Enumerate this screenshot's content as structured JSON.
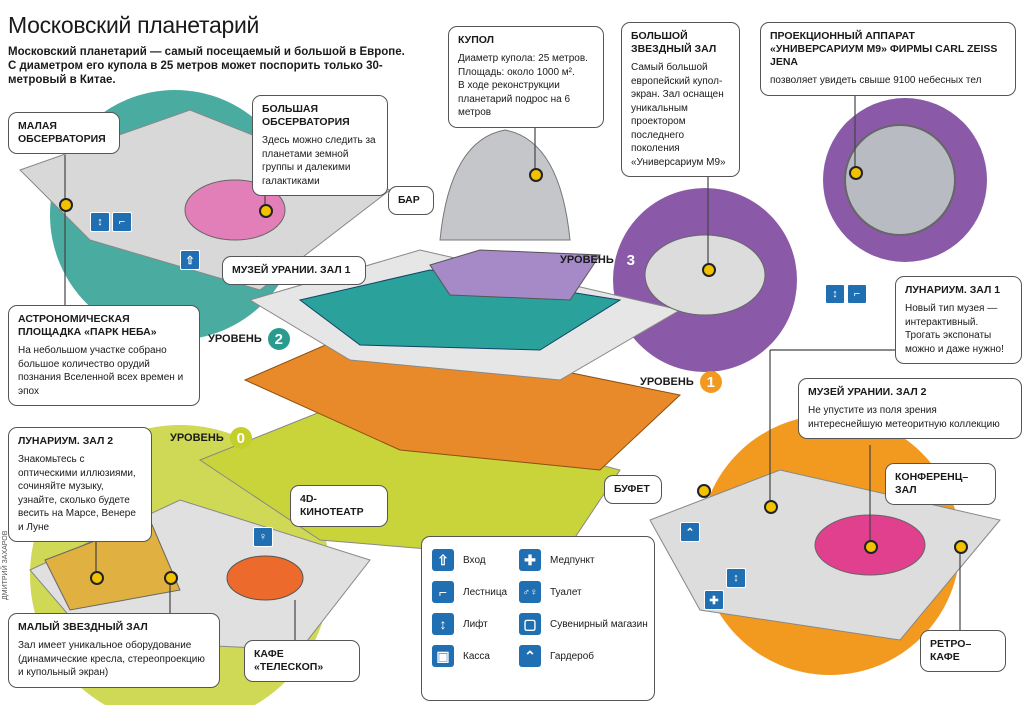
{
  "title": "Московский планетарий",
  "subtitle": "Московский планетарий — самый посещаемый и большой в Европе. С диаметром его купола в 25 метров может поспорить только 30-метровый в Китае.",
  "colors": {
    "teal": "#2a9c8f",
    "purple": "#8a5aa8",
    "orange": "#f29a1f",
    "lime": "#c4cf2a",
    "blue": "#1f6fb2",
    "yellow": "#f2c200"
  },
  "callouts": {
    "small_observatory": {
      "title": "Малая обсерватория"
    },
    "big_observatory": {
      "title": "Большая обсерватория",
      "text": "Здесь можно следить за планетами земной группы и далекими галактиками"
    },
    "bar": {
      "title": "Бар"
    },
    "urania1": {
      "title": "Музей Урании. Зал 1"
    },
    "sky_park": {
      "title": "Астрономическая площадка «Парк неба»",
      "text": "На небольшом участке собрано большое количество орудий познания Вселенной всех времен и эпох"
    },
    "dome": {
      "title": "Купол",
      "text1": "Диаметр купола: 25 метров.",
      "text2": "Площадь: около 1000 м².",
      " text3": "",
      "text3": "В ходе реконструкции планетарий подрос на 6 метров"
    },
    "big_star_hall": {
      "title": "Большой звездный зал",
      "text": "Самый большой европейский купол-экран. Зал оснащен уникальным проектором последнего поколения «Универсариум М9»"
    },
    "projector": {
      "title": "Проекционный аппарат «Универсариум М9» фирмы Carl Zeiss Jena",
      "text": "позволяет увидеть свыше 9100 небесных тел"
    },
    "lunarium1": {
      "title": "Лунариум. Зал 1",
      "text": "Новый тип музея — интерактивный. Трогать экспонаты можно и даже нужно!"
    },
    "urania2": {
      "title": "Музей Урании. Зал 2",
      "text": "Не упустите из поля зрения интереснейшую метеоритную коллекцию"
    },
    "conference": {
      "title": "Конференц–зал"
    },
    "buffet": {
      "title": "Буфет"
    },
    "retro_cafe": {
      "title": "Ретро–кафе"
    },
    "lunarium2": {
      "title": "Лунариум. Зал 2",
      "text": "Знакомьтесь с оптическими иллюзиями, сочиняйте музыку, узнайте, сколько будете весить на Марсе, Венере и Луне"
    },
    "cinema4d": {
      "title": "4D-кинотеатр"
    },
    "small_star_hall": {
      "title": "Малый звездный зал",
      "text": "Зал имеет уникальное оборудование (динамические кресла, стереопроекцию и купольный экран)"
    },
    "cafe_telescope": {
      "title": "Кафе «Телескоп»"
    }
  },
  "levels": [
    {
      "label": "Уровень",
      "num": "0"
    },
    {
      "label": "Уровень",
      "num": "1"
    },
    {
      "label": "Уровень",
      "num": "2"
    },
    {
      "label": "Уровень",
      "num": "3"
    }
  ],
  "legend": [
    {
      "icon": "entrance-icon",
      "glyph": "⇧",
      "label": "Вход"
    },
    {
      "icon": "stairs-icon",
      "glyph": "⌐",
      "label": "Лестница"
    },
    {
      "icon": "elevator-icon",
      "glyph": "↕",
      "label": "Лифт"
    },
    {
      "icon": "ticket-office-icon",
      "glyph": "▣",
      "label": "Касса"
    },
    {
      "icon": "first-aid-icon",
      "glyph": "✚",
      "label": "Медпункт"
    },
    {
      "icon": "toilet-icon",
      "glyph": "♂♀",
      "label": "Туалет"
    },
    {
      "icon": "souvenir-shop-icon",
      "glyph": "▢",
      "label": "Сувенирный магазин"
    },
    {
      "icon": "cloakroom-icon",
      "glyph": "⌃",
      "label": "Гардероб"
    }
  ],
  "credit": "ДМИТРИЙ ЗАХАРОВ"
}
